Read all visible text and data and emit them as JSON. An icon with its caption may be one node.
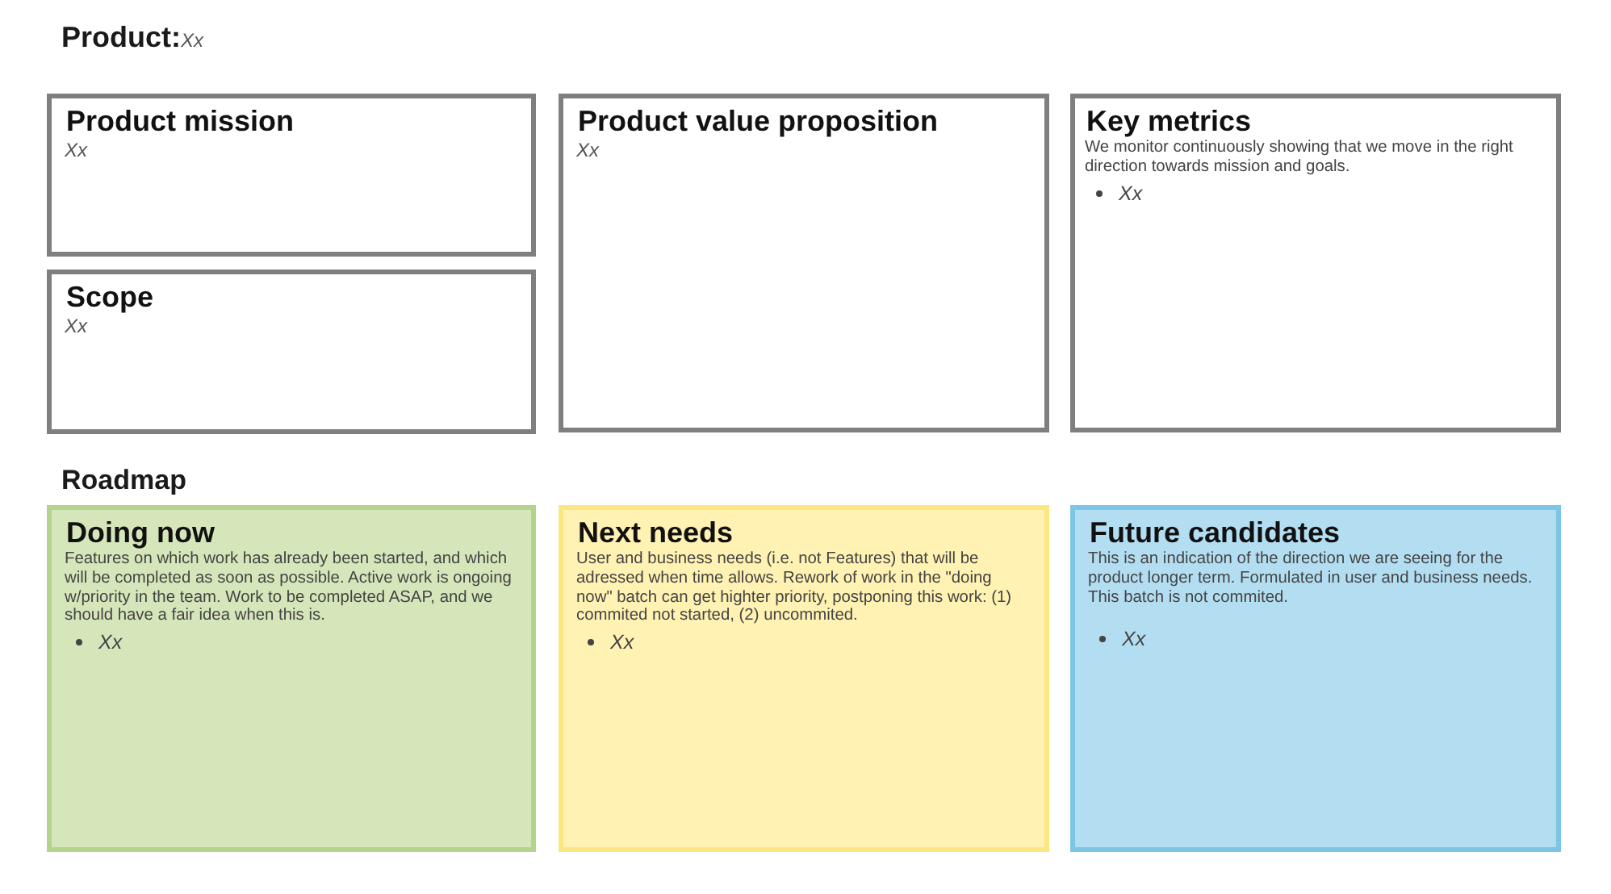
{
  "diagram": {
    "title": "Product:*Xx*",
    "nodes": [
      {
        "text": [
          "Product mission",
          "Xx"
        ]
      },
      {
        "text": [
          "Scope",
          "Xx"
        ]
      },
      {
        "text": [
          "Product value proposition",
          "Xx"
        ]
      },
      {
        "text": [
          "Key metrics",
          "We monitor continuously showing that we move in the right direction towards mission and goals.",
          "Xx"
        ]
      },
      {
        "text": [
          "Doing now",
          "Features on which work has already been started, and which will be completed as soon as possible. Active work is ongoing w/priority in the team. Work to be completed ASAP, and we should have a fair idea when this is.",
          "Xx"
        ]
      },
      {
        "text": [
          "Next needs",
          "User and business needs (i.e. not Features) that will be adressed when time allows. Rework of work in the \"doing now\" batch can get highter priority, postponing this work: (1) commited not started, (2) uncommited.",
          "Xx"
        ]
      },
      {
        "text": [
          "Future candidates",
          "This is an indication of the direction we are seeing for the product longer term. Formulated in user and business needs. This batch is not commited.",
          "Xx"
        ]
      }
    ],
    "labels": [
      "Roadmap"
    ]
  }
}
